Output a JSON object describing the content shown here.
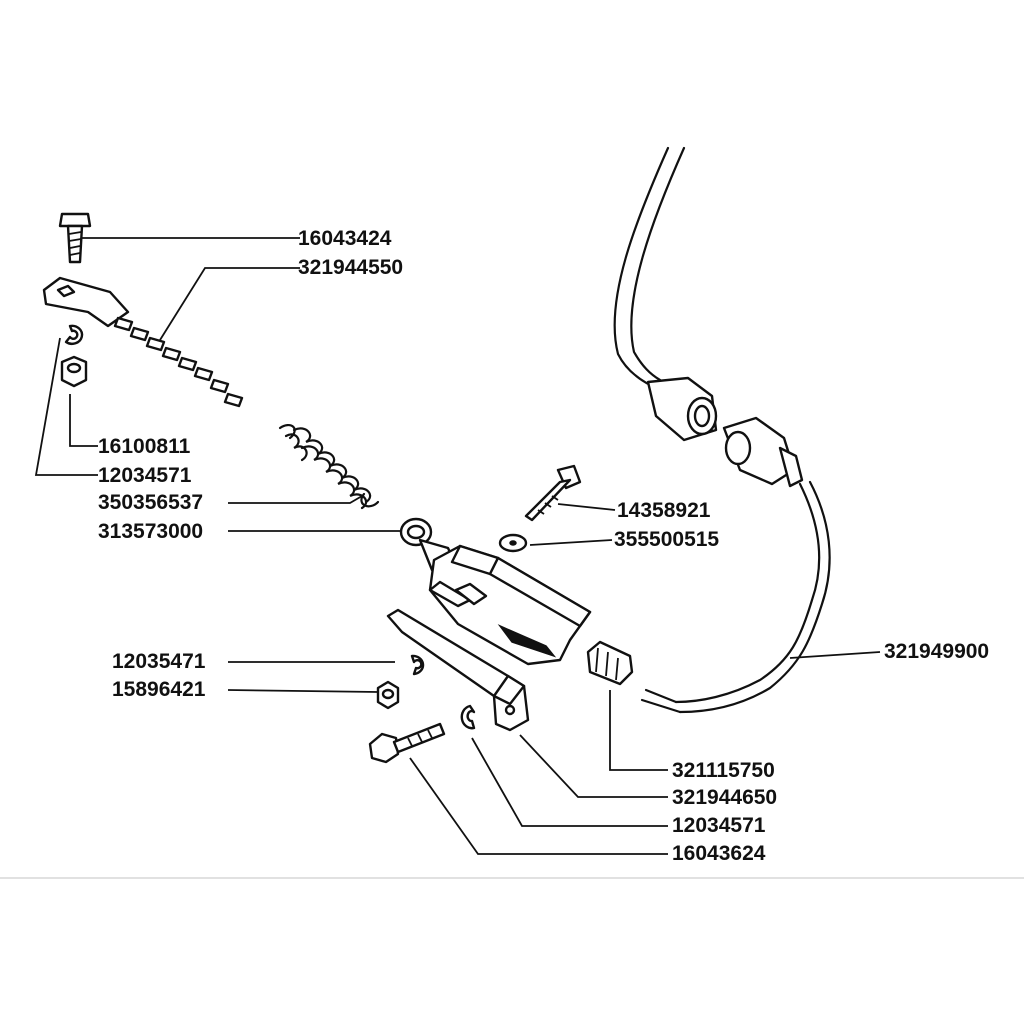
{
  "part_numbers": {
    "p16043424": "16043424",
    "p321944550": "321944550",
    "p16100811": "16100811",
    "p12034571_top": "12034571",
    "p350356537": "350356537",
    "p313573000": "313573000",
    "p14358921": "14358921",
    "p355500515": "355500515",
    "p321949900": "321949900",
    "p12035471": "12035471",
    "p15896421": "15896421",
    "p321115750": "321115750",
    "p321944650": "321944650",
    "p12034571_bottom": "12034571",
    "p16043624": "16043624"
  }
}
